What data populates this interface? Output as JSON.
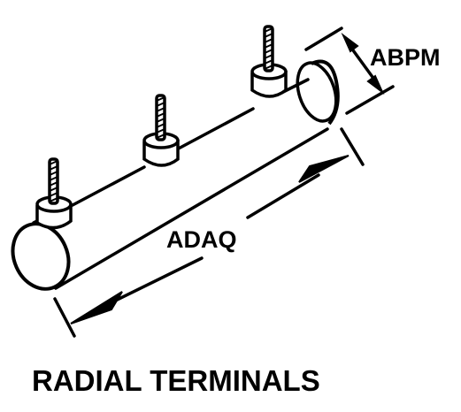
{
  "diagram": {
    "caption": "RADIAL TERMINALS",
    "dimension_length_label": "ADAQ",
    "dimension_diameter_label": "ABPM",
    "terminal_count": 3
  },
  "colors": {
    "line": "#000000",
    "background": "#ffffff"
  }
}
